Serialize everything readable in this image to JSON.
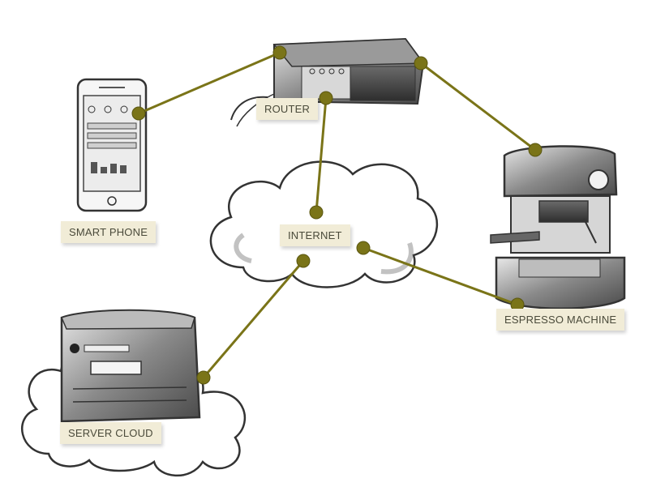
{
  "diagram": {
    "labels": {
      "router": "ROUTER",
      "smart_phone": "SMART PHONE",
      "internet": "INTERNET",
      "espresso_machine": "ESPRESSO MACHINE",
      "server_cloud": "SERVER CLOUD"
    },
    "colors": {
      "connector": "#7a7418",
      "label_bg": "#f1ecd7",
      "sketch": "#3a3a3a"
    },
    "icons": [
      "router-icon",
      "smartphone-icon",
      "internet-cloud-icon",
      "espresso-machine-icon",
      "server-icon"
    ]
  }
}
